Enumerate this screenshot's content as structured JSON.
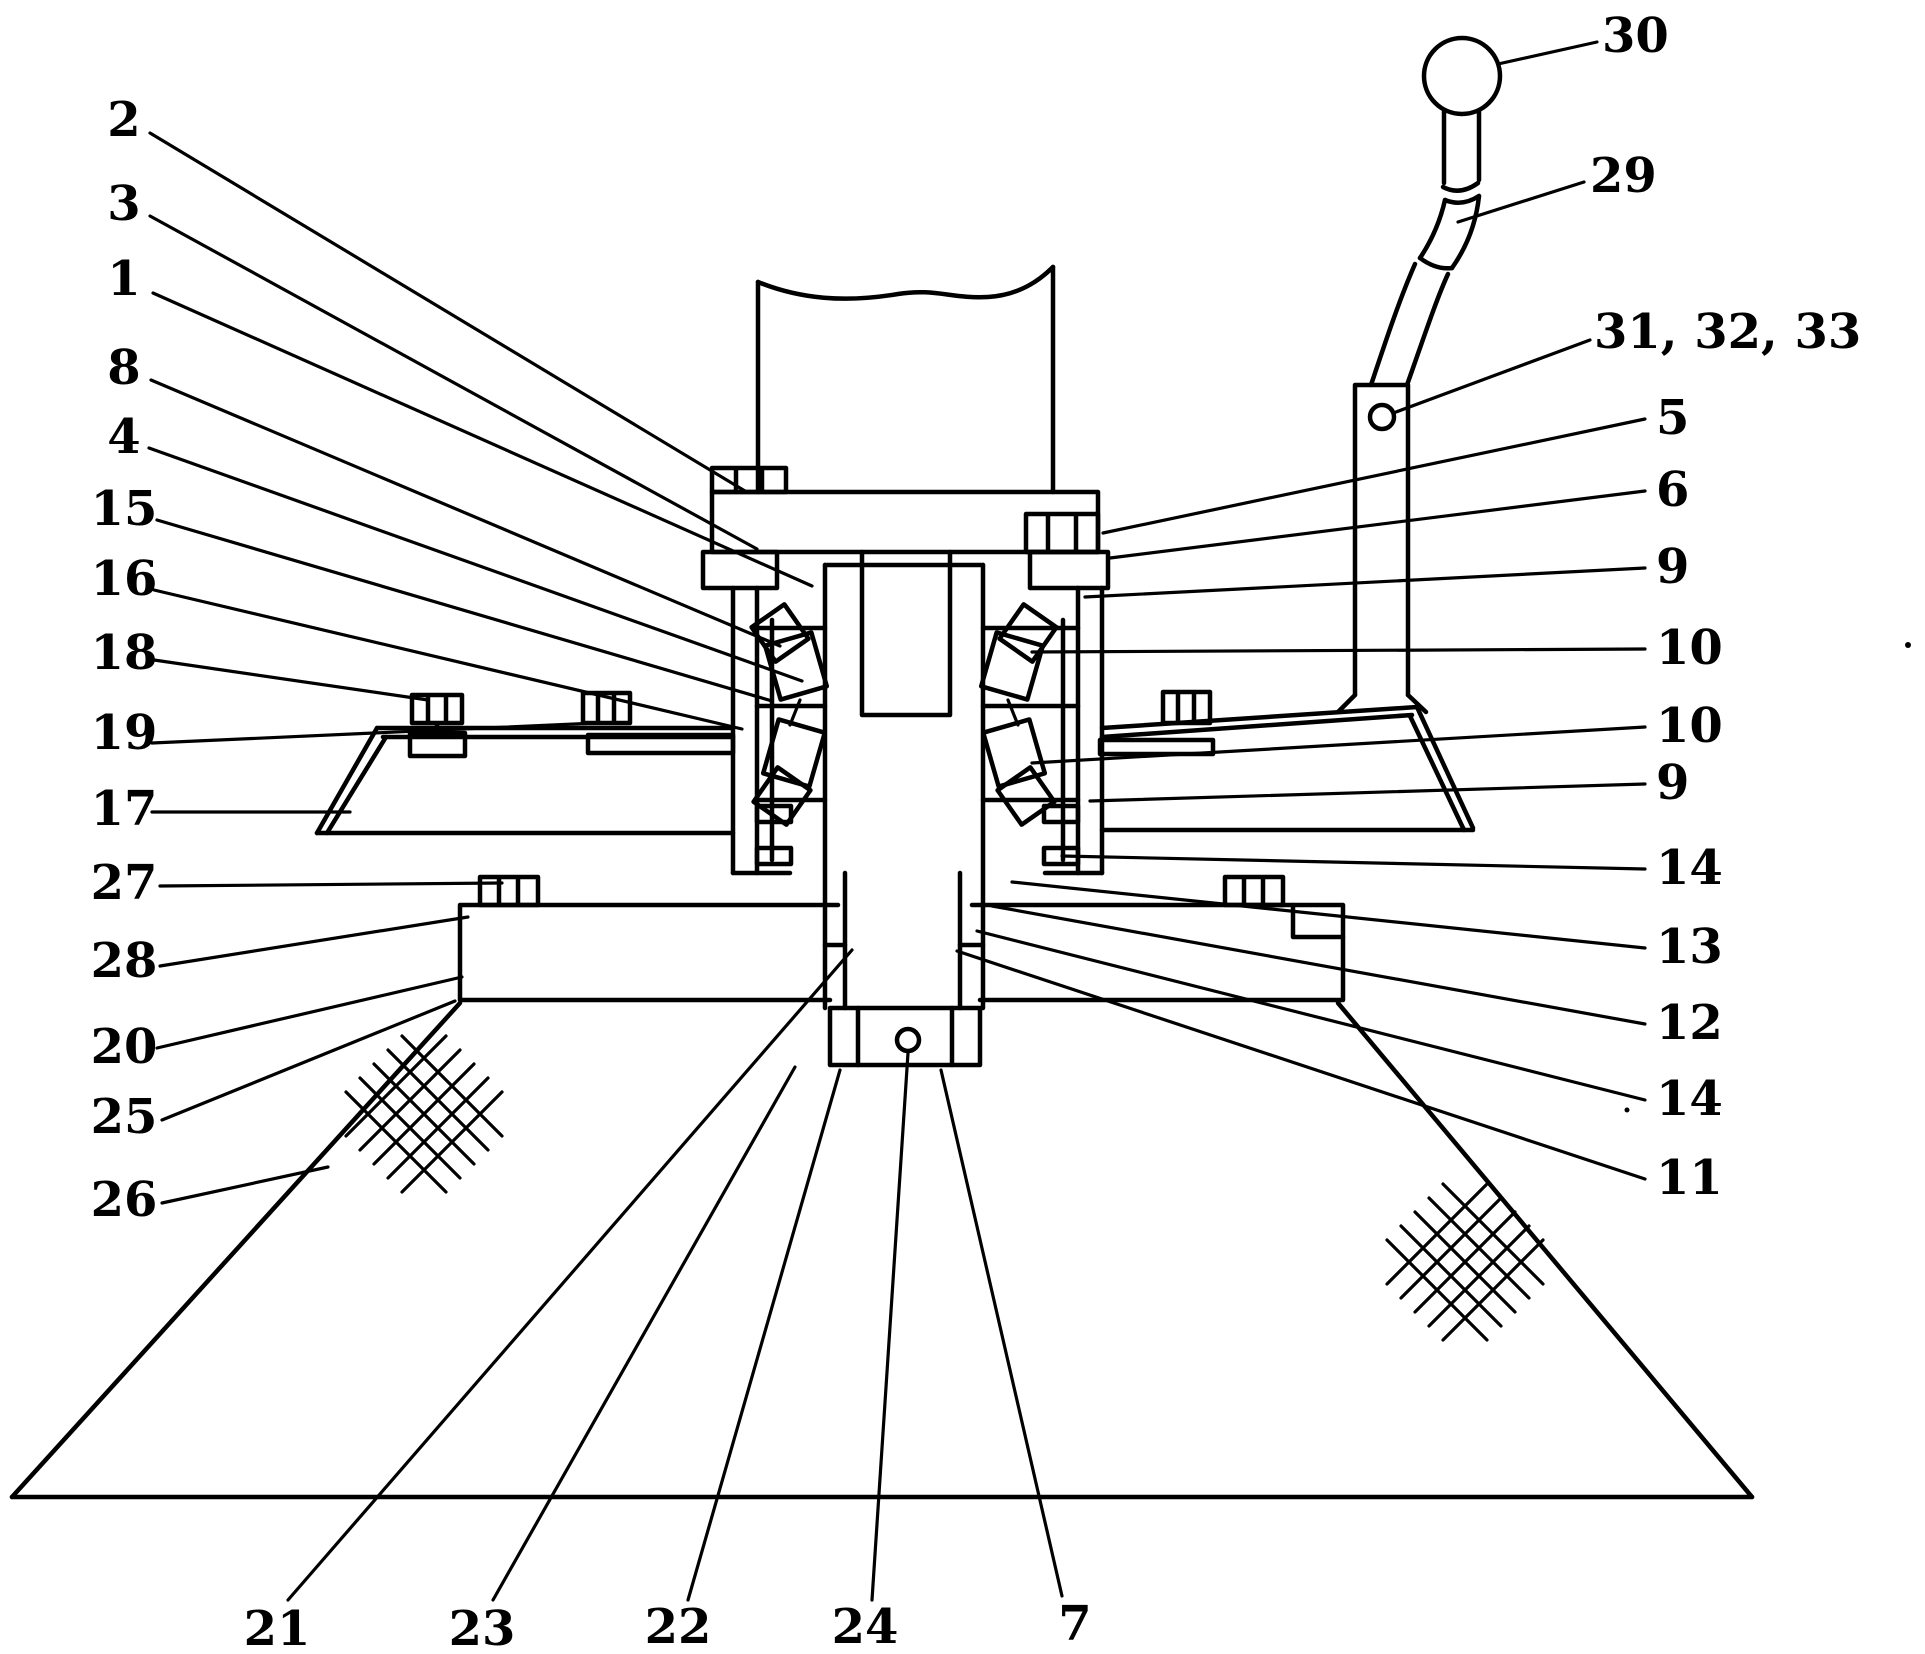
{
  "figure": {
    "kind": "patent-technical-drawing",
    "background": "#ffffff",
    "stroke_color": "#000000"
  },
  "part_labels": {
    "left": [
      "2",
      "3",
      "1",
      "8",
      "4",
      "15",
      "16",
      "18",
      "19",
      "17",
      "27",
      "28",
      "20",
      "25",
      "26"
    ],
    "bottom": [
      "21",
      "23",
      "22",
      "24",
      "7"
    ],
    "right_handle": [
      "30",
      "29",
      "31, 32, 33"
    ],
    "right_column": [
      "5",
      "6",
      "9",
      "10",
      "10",
      "9",
      "14",
      "13",
      "12",
      "14",
      "11"
    ]
  }
}
